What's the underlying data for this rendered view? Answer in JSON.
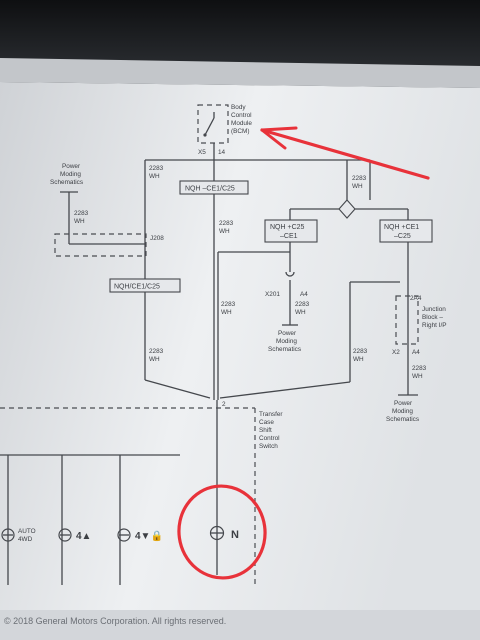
{
  "bcm": {
    "label_lines": [
      "Body",
      "Control",
      "Module",
      "(BCM)"
    ],
    "pin_left": "X5",
    "pin_right": "14"
  },
  "power_moding_tl": {
    "label_lines": [
      "Power",
      "Moding",
      "Schematics"
    ],
    "wire_num": "2283",
    "wire_color": "WH"
  },
  "j208": {
    "label": "J208"
  },
  "nqh_top": {
    "label": "NQH –CE1/C25"
  },
  "nqh_left": {
    "label": "NQH/CE1/C25"
  },
  "wire_main_upper": {
    "num": "2283",
    "color": "WH"
  },
  "wire_left_upper": {
    "num": "2283",
    "color": "WH"
  },
  "wire_left_lower": {
    "num": "2283",
    "color": "WH"
  },
  "wire_center_mid": {
    "num": "2283",
    "color": "WH"
  },
  "wire_right_splice": {
    "num": "2283",
    "color": "WH"
  },
  "wire_right_mid": {
    "num": "2283",
    "color": "WH"
  },
  "wire_right_lower": {
    "num": "2283",
    "color": "WH"
  },
  "box_center": {
    "label_lines": [
      "NQH +C25",
      "–CE1"
    ]
  },
  "box_right": {
    "label_lines": [
      "NQH +CE1",
      "–C25"
    ]
  },
  "x201": {
    "pin": "X201",
    "pin_right": "A4"
  },
  "power_moding_center": {
    "label_lines": [
      "Power",
      "Moding",
      "Schematics"
    ],
    "wire_num": "2283",
    "wire_color": "WH"
  },
  "junction_block": {
    "pin_top": "2A4",
    "label_lines": [
      "Junction",
      "Block –",
      "Right I/P"
    ],
    "pin_left": "X2",
    "pin_right": "A4"
  },
  "power_moding_right": {
    "label_lines": [
      "Power",
      "Moding",
      "Schematics"
    ]
  },
  "transfer_case": {
    "pin": "2",
    "label_lines": [
      "Transfer",
      "Case",
      "Shift",
      "Control",
      "Switch"
    ]
  },
  "indicators": [
    {
      "label_lines": [
        "AUTO",
        "4WD"
      ]
    },
    {
      "label_lines": [
        "4▲"
      ]
    },
    {
      "label_lines": [
        "4▼🔒"
      ]
    },
    {
      "label_lines": [
        "N"
      ]
    }
  ],
  "footer": {
    "text": "© 2018 General Motors Corporation.  All rights reserved."
  },
  "annotation_colors": {
    "arrow": "#e8323a",
    "circle": "#e8323a"
  }
}
